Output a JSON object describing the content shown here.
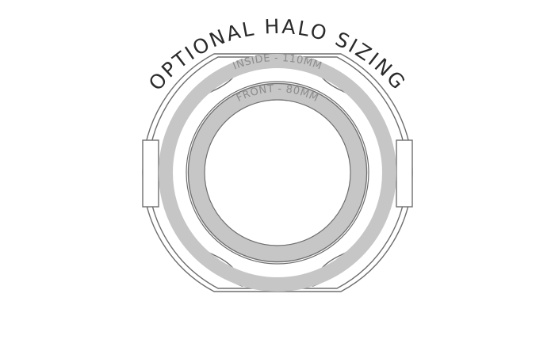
{
  "diagram": {
    "title": "OPTIONAL HALO SIZING",
    "inside_label": "INSIDE - 110MM",
    "front_label": "FRONT - 80MM",
    "colors": {
      "outline": "#6e6e6e",
      "halo": "#c6c6c6",
      "label": "#8c8c8c",
      "title": "#2a2a2a"
    }
  }
}
